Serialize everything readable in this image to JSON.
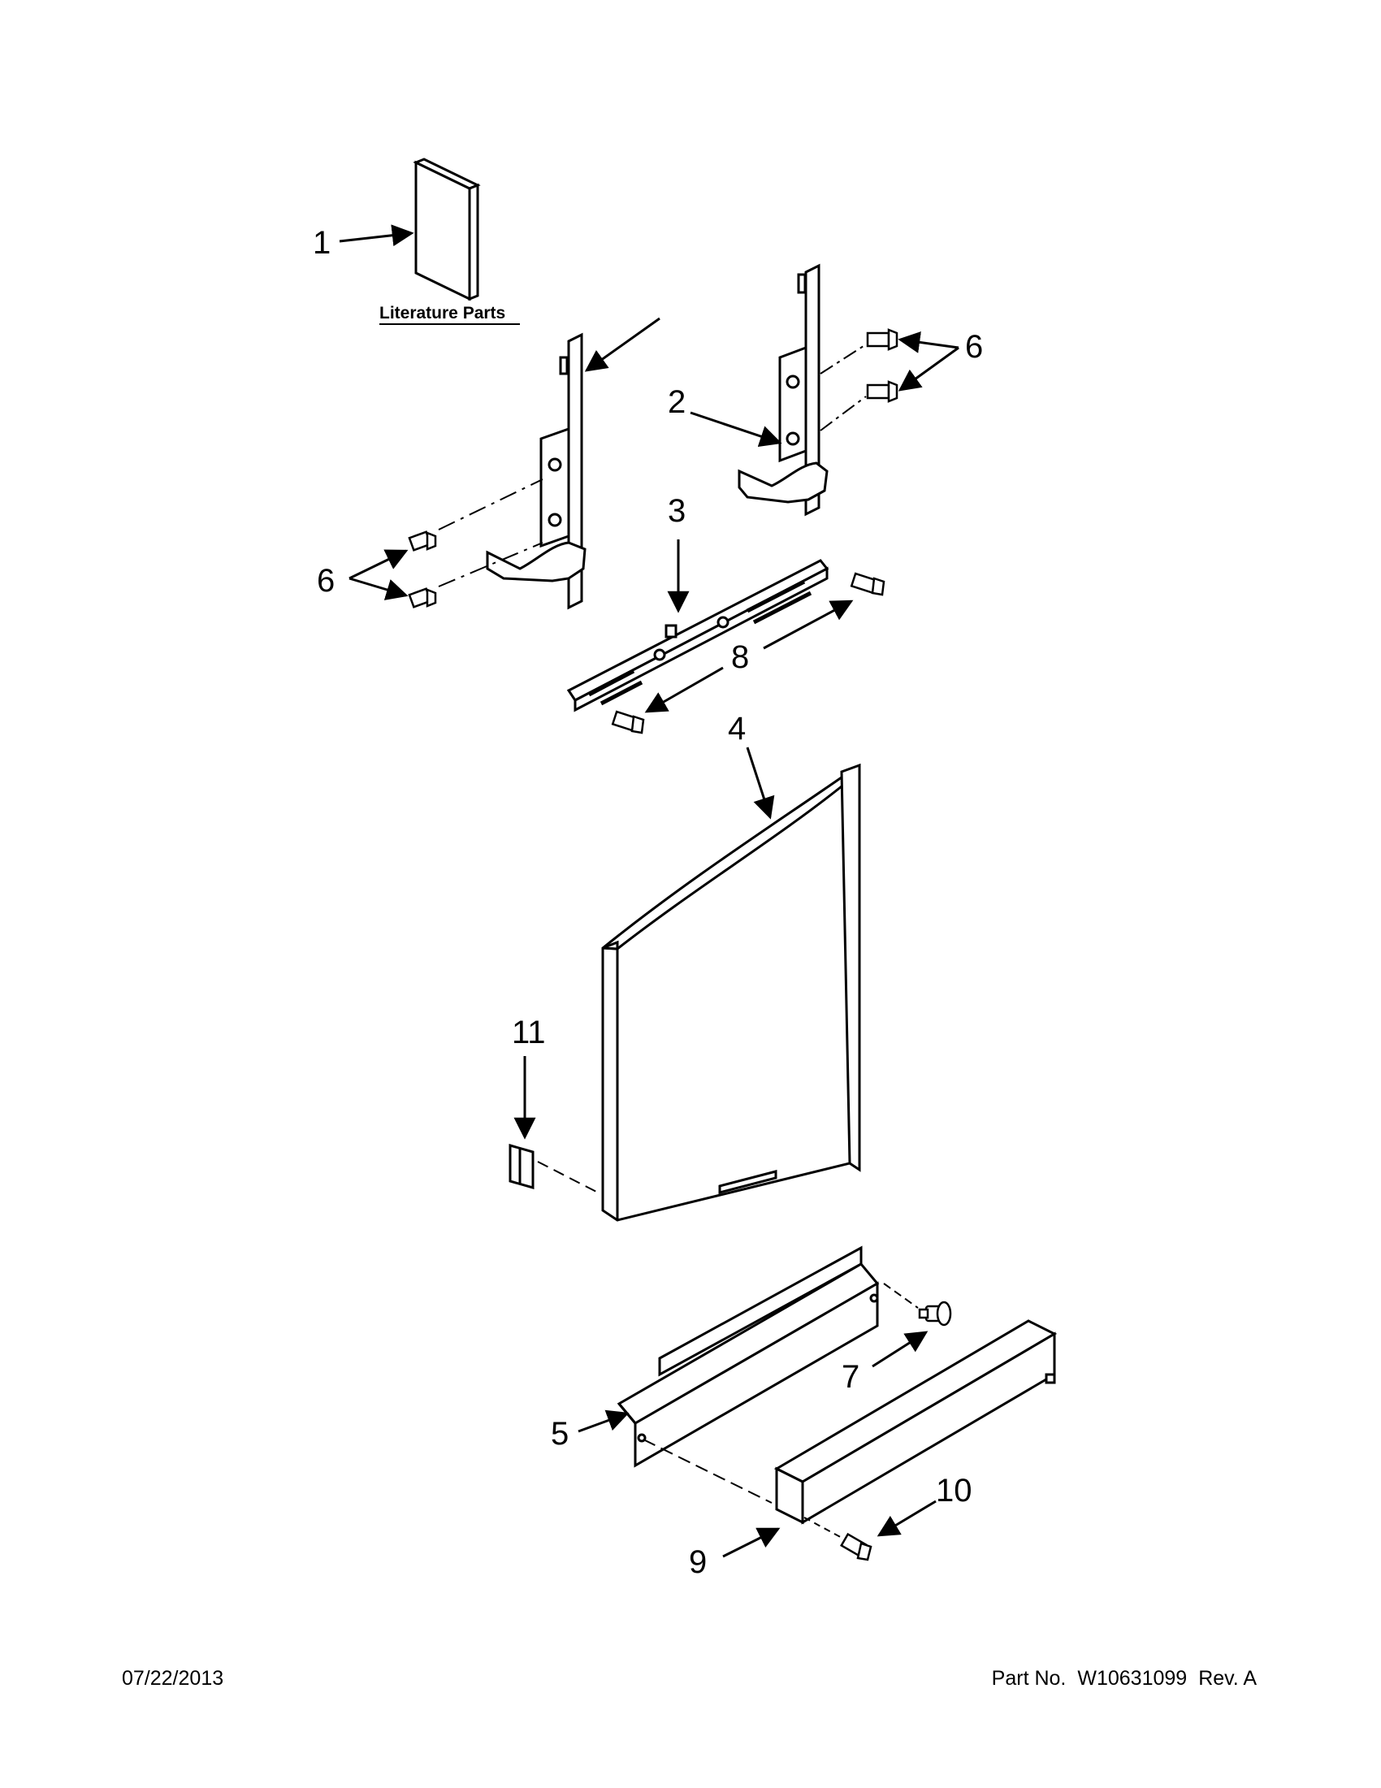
{
  "callouts": {
    "c1": "1",
    "c2": "2",
    "c3": "3",
    "c4": "4",
    "c5": "5",
    "c6": "6",
    "c7": "7",
    "c8": "8",
    "c9": "9",
    "c10": "10",
    "c11": "11"
  },
  "literature_caption": "Literature Parts",
  "footer": {
    "date": "07/22/2013",
    "part_label": "Part No.",
    "part_number": "W10631099",
    "revision": "Rev.  A"
  }
}
